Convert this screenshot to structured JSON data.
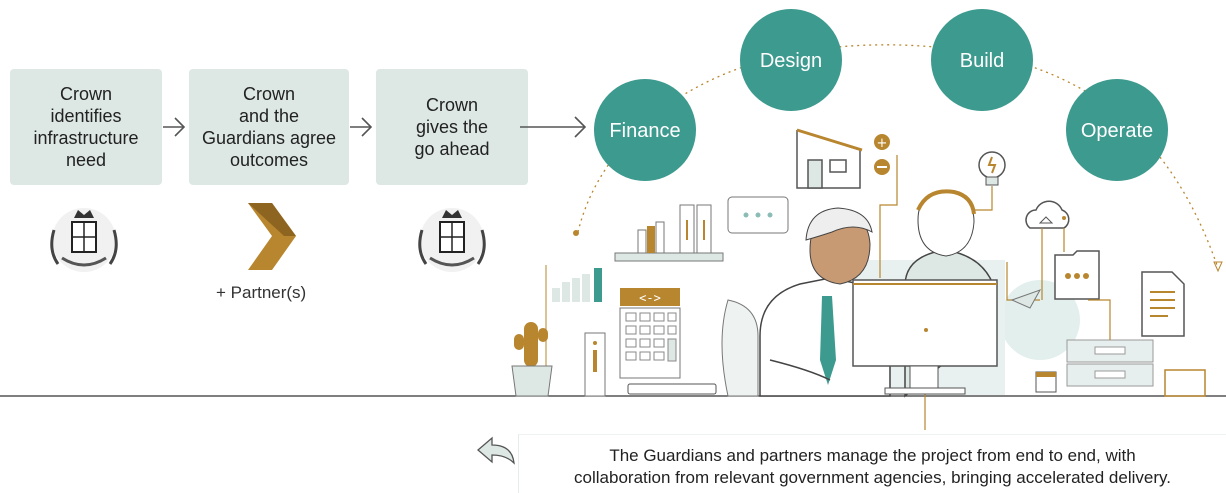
{
  "steps": [
    {
      "label": "Crown\nidentifies\ninfrastructure\nneed"
    },
    {
      "label": "Crown\nand the\nGuardians agree\noutcomes"
    },
    {
      "label": "Crown\ngives the\ngo ahead"
    }
  ],
  "partner_label": "+ Partner(s)",
  "phases": [
    "Finance",
    "Design",
    "Build",
    "Operate"
  ],
  "note": {
    "line1": "The Guardians and partners manage the project from end to end, with",
    "line2": "collaboration from relevant government agencies, bringing accelerated delivery."
  },
  "icons": {
    "crest": "nz-coat-of-arms-icon",
    "guardians_logo": "guardians-chevron-logo-icon",
    "back_arrow": "return-arrow-icon"
  },
  "colors": {
    "box_fill": "#dde8e5",
    "phase_circle": "#3d9a8f",
    "accent_gold": "#b8862f",
    "line_grey": "#555555"
  }
}
